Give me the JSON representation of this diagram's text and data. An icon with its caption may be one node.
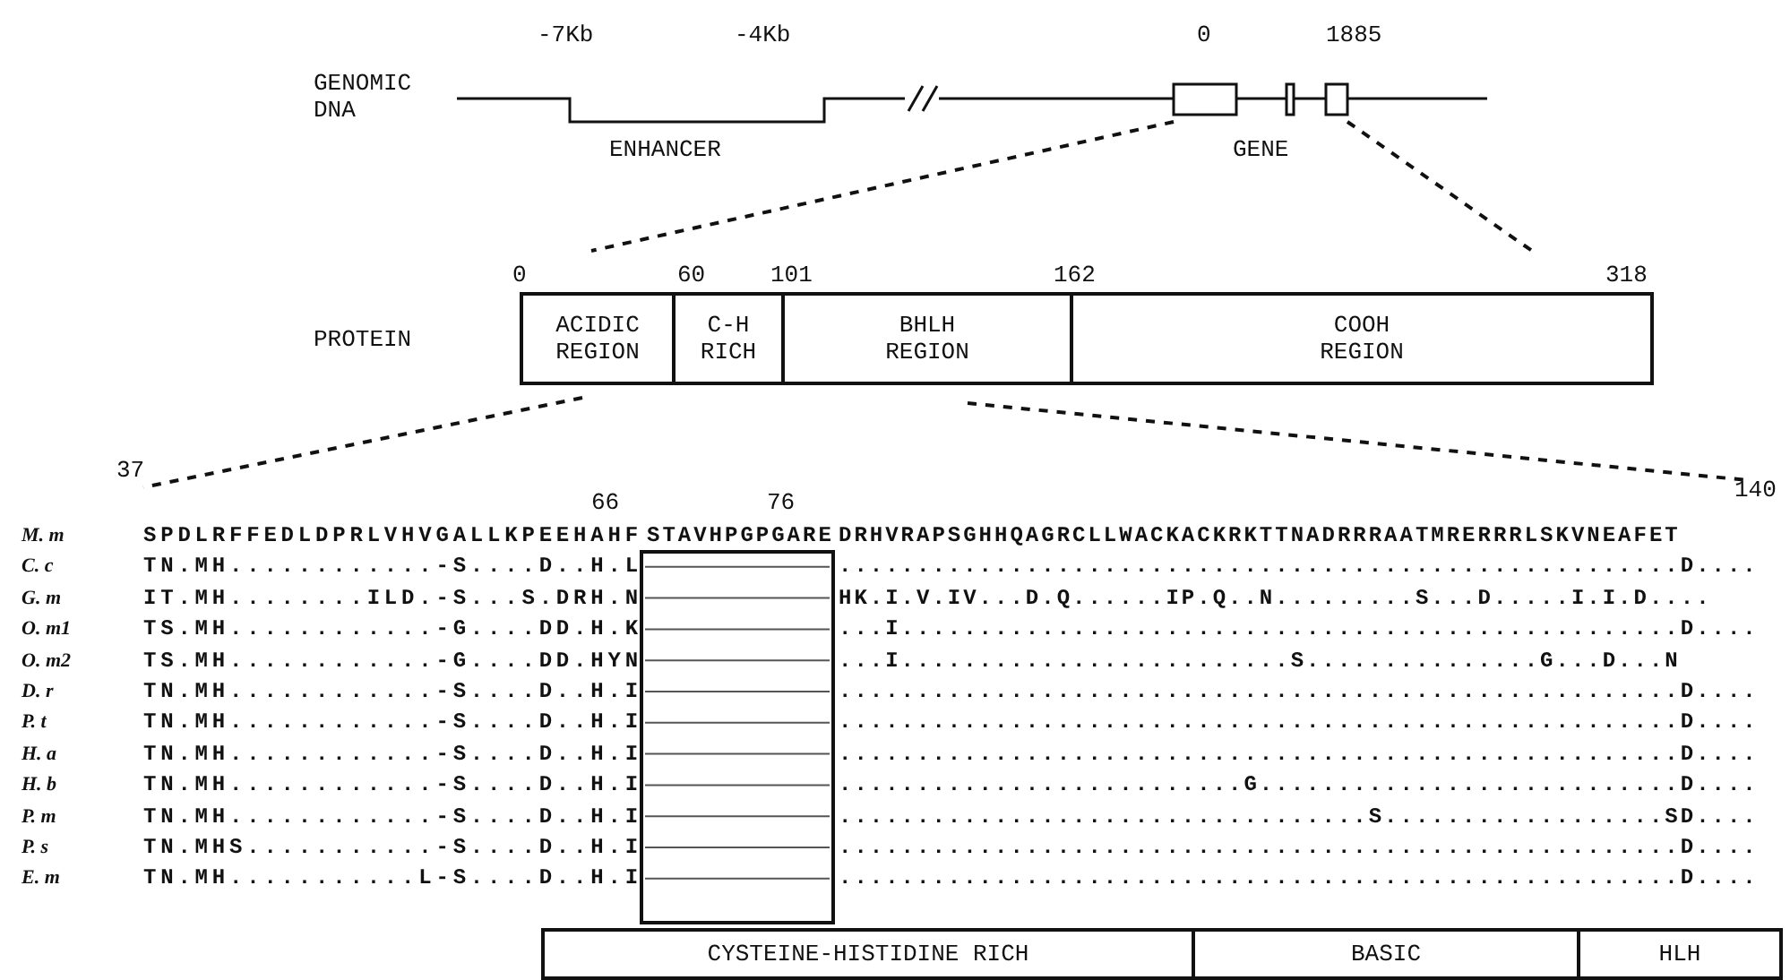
{
  "diagram": {
    "nodes": [
      {
        "text": [
          "ACIDIC REGION"
        ]
      },
      {
        "text": [
          "C-H RICH"
        ]
      },
      {
        "text": [
          "BHLH REGION"
        ]
      },
      {
        "text": [
          "COOH REGION"
        ]
      },
      {
        "text": [
          "CYSTEINE-HISTIDINE RICH"
        ]
      },
      {
        "text": [
          "BASIC"
        ]
      },
      {
        "text": [
          "HLH"
        ]
      }
    ],
    "edges": [],
    "labels": [
      "-7Kb",
      "-4Kb",
      "0",
      "1885",
      "GENOMIC DNA",
      "ENHANCER",
      "GENE",
      "0",
      "60",
      "101",
      "162",
      "318",
      "PROTEIN",
      "37",
      "66",
      "76",
      "140",
      "M. m",
      "SPDLRFFEDLDPRLVHVGALLKPEEHAHF",
      "STAVHPGPGARE",
      "DRHVRAPSGHHQAGRCLLWACKACKRKTTNADRRRAATMRERRRLSKVNEAFET",
      "C. c",
      "TN.MH............-S....D..H.L",
      "......................................................D....",
      "G. m",
      "IT.MH........ILD.-S...S.DRH.N",
      "HK.I.V.IV...D.Q......IP.Q..N.........S...D.....I.I.D....",
      "O. m1",
      "TS.MH............-G....DD.H.K",
      "...I..................................................D....",
      "O. m2",
      "TS.MH............-G....DD.HYN",
      "...I.........................S...............G...D...N",
      "D. r",
      "TN.MH............-S....D..H.I",
      "......................................................D....",
      "P. t",
      "TN.MH............-S....D..H.I",
      "......................................................D....",
      "H. a",
      "TN.MH............-S....D..H.I",
      "......................................................D....",
      "H. b",
      "TN.MH............-S....D..H.I",
      "..........................G...........................D....",
      "P. m",
      "TN.MH............-S....D..H.I",
      "..................................S..................SD....",
      "P. s",
      "TN.MHS...........-S....D..H.I",
      "......................................................D....",
      "E. m",
      "TN.MH...........L-S....D..H.I",
      "......................................................D...."
    ]
  }
}
